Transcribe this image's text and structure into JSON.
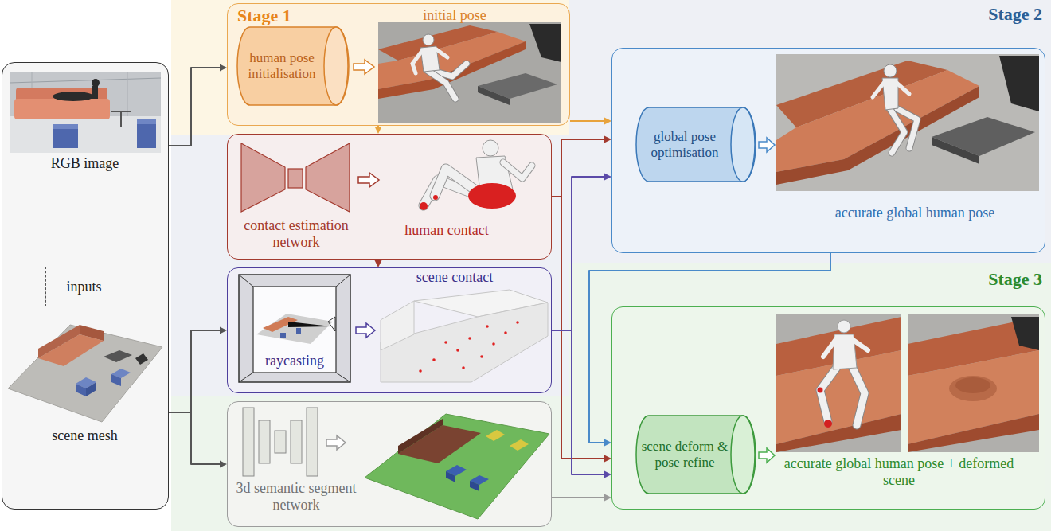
{
  "diagram": {
    "nodes": [
      {
        "text": [
          "RGB image",
          "scene mesh"
        ]
      },
      {
        "text": [
          "inputs"
        ],
        "in": 0
      },
      {
        "text": [
          "Stage 1",
          "initial pose"
        ]
      },
      {
        "text": [
          "human pose initialisation"
        ],
        "in": 2
      },
      {
        "text": [
          "contact estimation network",
          "human contact"
        ]
      },
      {
        "text": [
          "raycasting",
          "scene contact"
        ]
      },
      {
        "text": [
          "3d semantic segment network"
        ]
      },
      {
        "text": [
          "Stage 2",
          "accurate global human pose"
        ]
      },
      {
        "text": [
          "global pose optimisation"
        ],
        "in": 7
      },
      {
        "text": [
          "Stage 3",
          "accurate global human pose + deformed scene"
        ]
      },
      {
        "text": [
          "scene deform & pose refine"
        ],
        "in": 9
      }
    ],
    "edges": [
      {
        "from": 0,
        "to": 2,
        "arrow": "to"
      },
      {
        "from": 2,
        "to": 4,
        "arrow": "to"
      },
      {
        "from": 2,
        "to": 7,
        "arrow": "to"
      },
      {
        "from": 4,
        "to": 5,
        "arrow": "to"
      },
      {
        "from": 4,
        "to": 7,
        "arrow": "to"
      },
      {
        "from": 4,
        "to": 9,
        "arrow": "to"
      },
      {
        "from": 0,
        "to": 5,
        "arrow": "to"
      },
      {
        "from": 0,
        "to": 6,
        "arrow": "to"
      },
      {
        "from": 5,
        "to": 7,
        "arrow": "to"
      },
      {
        "from": 5,
        "to": 9,
        "arrow": "to"
      },
      {
        "from": 6,
        "to": 9,
        "arrow": "to"
      },
      {
        "from": 7,
        "to": 9,
        "arrow": "to"
      }
    ]
  }
}
